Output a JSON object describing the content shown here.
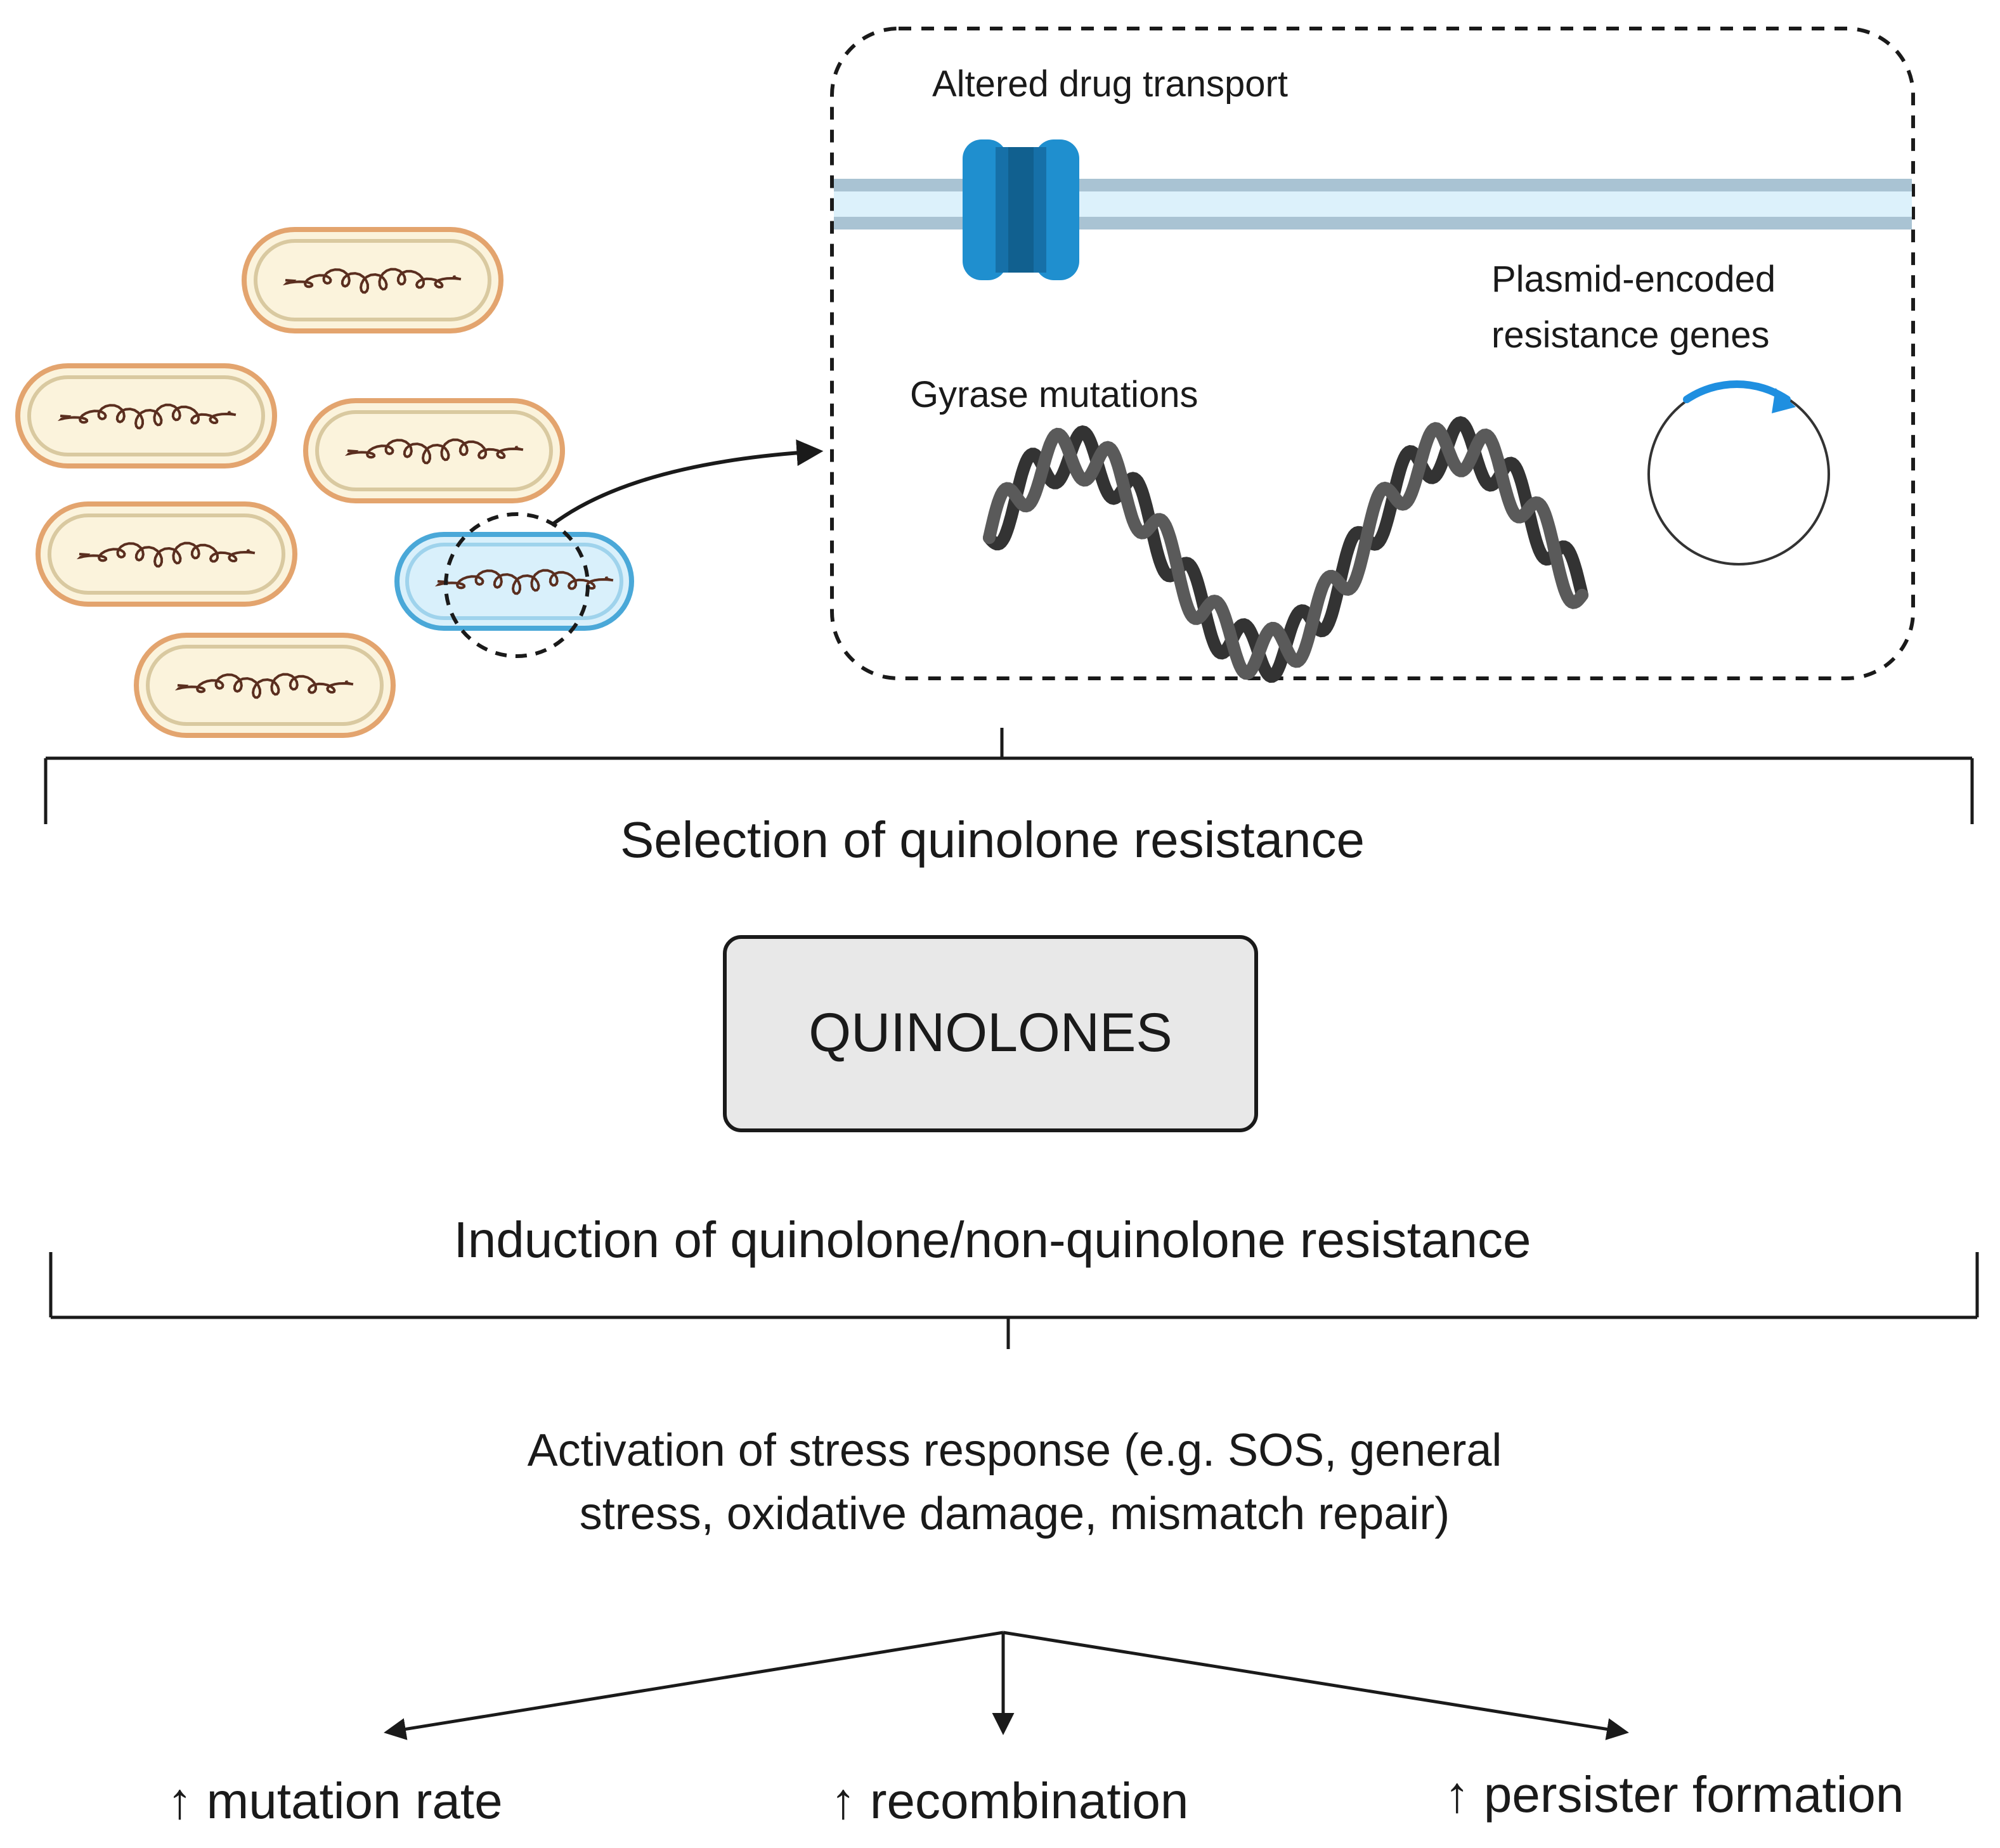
{
  "zoom_panel": {
    "transport_label": "Altered drug transport",
    "plasmid_label_line1": "Plasmid-encoded",
    "plasmid_label_line2": "resistance genes",
    "gyrase_label": "Gyrase mutations"
  },
  "selection_label": "Selection of quinolone resistance",
  "center_box_label": "QUINOLONES",
  "induction_label": "Induction of quinolone/non-quinolone resistance",
  "stress_line1": "Activation of stress response (e.g. SOS, general",
  "stress_line2": "stress, oxidative damage, mismatch repair)",
  "outcomes": [
    {
      "label": "↑ mutation rate"
    },
    {
      "label": "↑ recombination"
    },
    {
      "label": "↑ persister formation"
    }
  ],
  "colors": {
    "cell_outer": "#e3a46e",
    "cell_fill": "#fbf3dc",
    "resistant_cell_outer": "#4aa8d8",
    "resistant_cell_fill": "#d9f0fb",
    "membrane": "#a9c3d3",
    "membrane_fill": "#dcf1fb",
    "pump": "#1f8fcf",
    "pump_dark": "#1670a8",
    "dna": "#333333",
    "plasmid_gene": "#1f8fe0",
    "box_fill": "#e8e8e8"
  }
}
